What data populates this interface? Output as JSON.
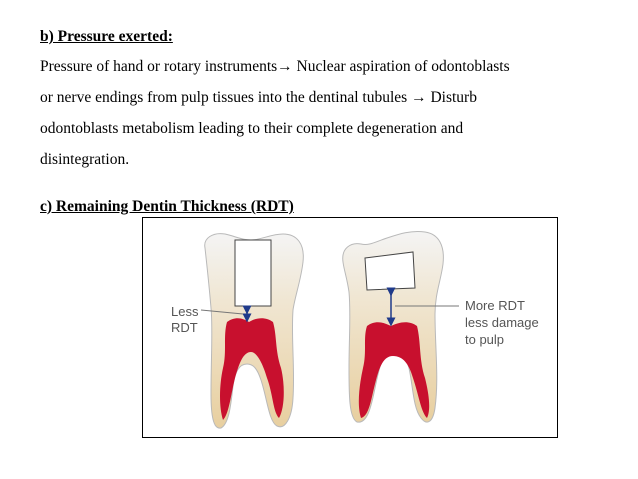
{
  "section_b": {
    "heading": "b) Pressure exerted:",
    "lines": [
      "Pressure of hand or rotary instruments→ Nuclear aspiration of  odontoblasts",
      "or nerve endings from pulp tissues into the dentinal tubules → Disturb",
      "odontoblasts metabolism leading to their complete degeneration and",
      "disintegration."
    ]
  },
  "section_c": {
    "heading": "c) Remaining Dentin Thickness (RDT)"
  },
  "figure": {
    "left_label": [
      "Less",
      "RDT"
    ],
    "right_label": [
      "More RDT",
      "less damage",
      "to pulp"
    ],
    "colors": {
      "pulp": "#c8102e",
      "dentin": "#ead3a8",
      "enamel": "#f2f2f2",
      "restoration": "#ffffff",
      "arrow": "#1f3a8a"
    }
  }
}
